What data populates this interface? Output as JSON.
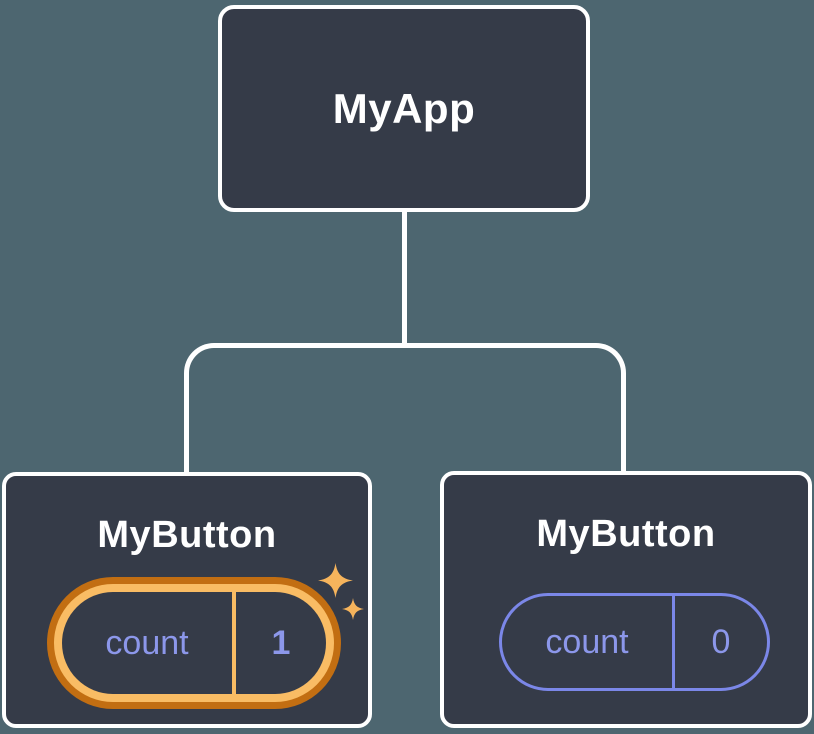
{
  "colors": {
    "background": "#4D6670",
    "node_fill": "#353B48",
    "node_border": "#FFFFFF",
    "connector": "#FFFFFF",
    "state_purple_border": "#7B87E8",
    "state_purple_text": "#8C97EA",
    "highlight_orange_dark": "#C26E12",
    "highlight_orange_light": "#F9BC64",
    "sparkle": "#F6B45C",
    "title_text": "#FFFFFF"
  },
  "tree": {
    "root": {
      "label": "MyApp"
    },
    "children": [
      {
        "label": "MyButton",
        "state": {
          "name": "count",
          "value": "1"
        },
        "highlighted": true,
        "sparkles": true
      },
      {
        "label": "MyButton",
        "state": {
          "name": "count",
          "value": "0"
        },
        "highlighted": false,
        "sparkles": false
      }
    ]
  },
  "icons": {
    "sparkle_glyph": "✦"
  }
}
